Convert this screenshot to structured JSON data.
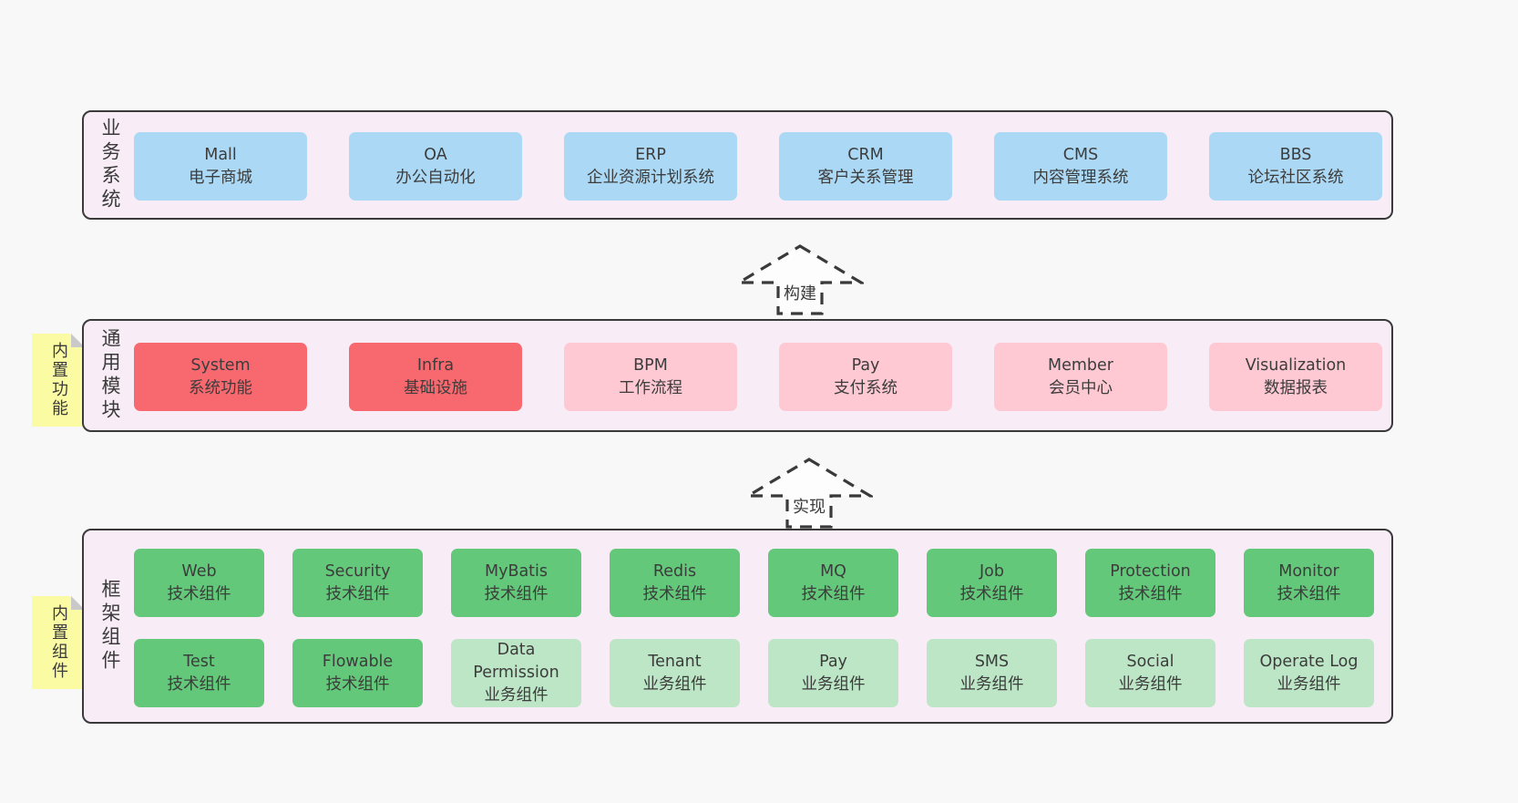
{
  "colors": {
    "page_bg": "#f8f8f8",
    "panel_bg": "#f8edf6",
    "panel_border": "#3a3a3a",
    "blue": "#abd9f5",
    "red": "#f7696f",
    "pink": "#fec9d2",
    "green": "#64c87a",
    "green_light": "#bde6c6",
    "sticky_yellow": "#fbfba3",
    "text": "#3c3c3c"
  },
  "arrows": [
    {
      "label": "构建"
    },
    {
      "label": "实现"
    }
  ],
  "sections": [
    {
      "label": "业务系统",
      "boxes": [
        {
          "name": "Mall",
          "desc": "电子商城",
          "variant": "blue"
        },
        {
          "name": "OA",
          "desc": "办公自动化",
          "variant": "blue"
        },
        {
          "name": "ERP",
          "desc": "企业资源计划系统",
          "variant": "blue"
        },
        {
          "name": "CRM",
          "desc": "客户关系管理",
          "variant": "blue"
        },
        {
          "name": "CMS",
          "desc": "内容管理系统",
          "variant": "blue"
        },
        {
          "name": "BBS",
          "desc": "论坛社区系统",
          "variant": "blue"
        }
      ]
    },
    {
      "label": "通用模块",
      "sticky": "内置功能",
      "boxes": [
        {
          "name": "System",
          "desc": "系统功能",
          "variant": "red"
        },
        {
          "name": "Infra",
          "desc": "基础设施",
          "variant": "red"
        },
        {
          "name": "BPM",
          "desc": "工作流程",
          "variant": "pink"
        },
        {
          "name": "Pay",
          "desc": "支付系统",
          "variant": "pink"
        },
        {
          "name": "Member",
          "desc": "会员中心",
          "variant": "pink"
        },
        {
          "name": "Visualization",
          "desc": "数据报表",
          "variant": "pink"
        }
      ]
    },
    {
      "label": "框架组件",
      "sticky": "内置组件",
      "rows": [
        [
          {
            "name": "Web",
            "desc": "技术组件",
            "variant": "green"
          },
          {
            "name": "Security",
            "desc": "技术组件",
            "variant": "green"
          },
          {
            "name": "MyBatis",
            "desc": "技术组件",
            "variant": "green"
          },
          {
            "name": "Redis",
            "desc": "技术组件",
            "variant": "green"
          },
          {
            "name": "MQ",
            "desc": "技术组件",
            "variant": "green"
          },
          {
            "name": "Job",
            "desc": "技术组件",
            "variant": "green"
          },
          {
            "name": "Protection",
            "desc": "技术组件",
            "variant": "green"
          },
          {
            "name": "Monitor",
            "desc": "技术组件",
            "variant": "green"
          }
        ],
        [
          {
            "name": "Test",
            "desc": "技术组件",
            "variant": "green"
          },
          {
            "name": "Flowable",
            "desc": "技术组件",
            "variant": "green"
          },
          {
            "name": "Data Permission",
            "desc": "业务组件",
            "variant": "green-light"
          },
          {
            "name": "Tenant",
            "desc": "业务组件",
            "variant": "green-light"
          },
          {
            "name": "Pay",
            "desc": "业务组件",
            "variant": "green-light"
          },
          {
            "name": "SMS",
            "desc": "业务组件",
            "variant": "green-light"
          },
          {
            "name": "Social",
            "desc": "业务组件",
            "variant": "green-light"
          },
          {
            "name": "Operate Log",
            "desc": "业务组件",
            "variant": "green-light"
          }
        ]
      ]
    }
  ]
}
